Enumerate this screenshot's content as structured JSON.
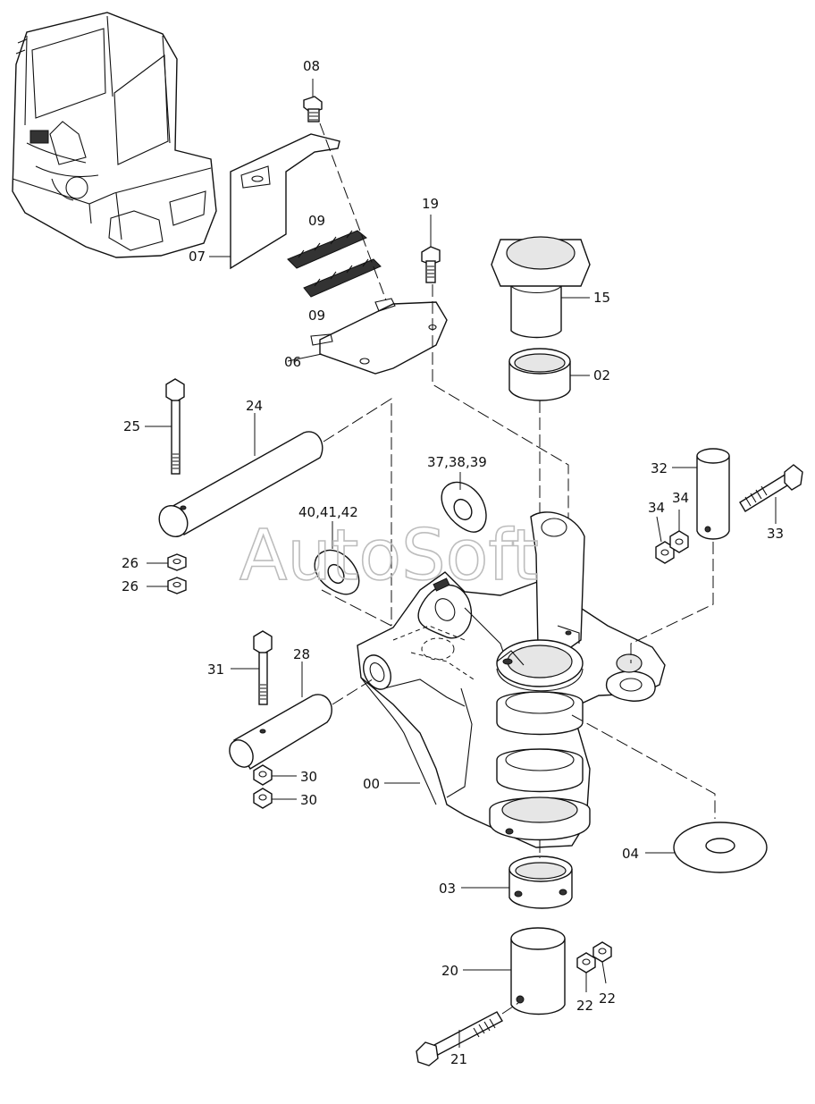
{
  "watermark": "AutoSoft",
  "labels": {
    "l08": "08",
    "l09a": "09",
    "l09b": "09",
    "l07": "07",
    "l19": "19",
    "l15": "15",
    "l06": "06",
    "l02": "02",
    "l25": "25",
    "l24": "24",
    "l373839": "37,38,39",
    "l32": "32",
    "l34a": "34",
    "l34b": "34",
    "l33": "33",
    "l404142": "40,41,42",
    "l26a": "26",
    "l26b": "26",
    "l31": "31",
    "l28": "28",
    "l30a": "30",
    "l30b": "30",
    "l00": "00",
    "l04": "04",
    "l03": "03",
    "l20": "20",
    "l22a": "22",
    "l22b": "22",
    "l21": "21"
  }
}
